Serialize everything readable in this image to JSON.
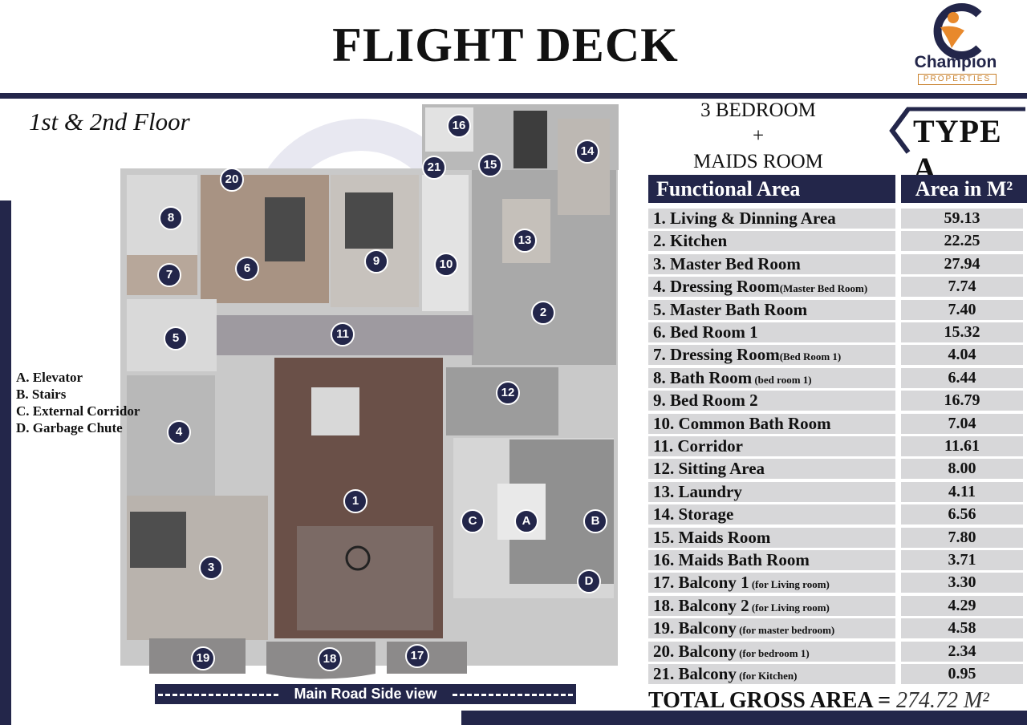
{
  "title": "FLIGHT DECK",
  "floor_label": "1st & 2nd Floor",
  "logo": {
    "name": "Champion",
    "sub": "PROPERTIES"
  },
  "bedroom_info": [
    "3 BEDROOM",
    "+",
    "MAIDS ROOM"
  ],
  "type_label": "TYPE A",
  "table": {
    "header_name": "Functional Area",
    "header_area": "Area in M²",
    "rows": [
      {
        "name": "1. Living & Dinning Area",
        "note": "",
        "area": "59.13"
      },
      {
        "name": "2. Kitchen",
        "note": "",
        "area": "22.25"
      },
      {
        "name": "3. Master Bed Room",
        "note": "",
        "area": "27.94"
      },
      {
        "name": "4. Dressing Room",
        "note": "(Master Bed Room)",
        "area": "7.74"
      },
      {
        "name": "5. Master Bath Room",
        "note": "",
        "area": "7.40"
      },
      {
        "name": "6. Bed Room 1",
        "note": "",
        "area": "15.32"
      },
      {
        "name": "7. Dressing Room",
        "note": "(Bed Room 1)",
        "area": "4.04"
      },
      {
        "name": "8. Bath Room",
        "note": " (bed room 1)",
        "area": "6.44"
      },
      {
        "name": "9. Bed Room 2",
        "note": "",
        "area": "16.79"
      },
      {
        "name": "10. Common Bath Room",
        "note": "",
        "area": "7.04"
      },
      {
        "name": "11. Corridor",
        "note": "",
        "area": "11.61"
      },
      {
        "name": "12. Sitting Area",
        "note": "",
        "area": "8.00"
      },
      {
        "name": "13. Laundry",
        "note": "",
        "area": "4.11"
      },
      {
        "name": "14. Storage",
        "note": "",
        "area": "6.56"
      },
      {
        "name": "15. Maids Room",
        "note": "",
        "area": "7.80"
      },
      {
        "name": "16. Maids Bath Room",
        "note": "",
        "area": "3.71"
      },
      {
        "name": "17. Balcony 1",
        "note": " (for Living room)",
        "area": "3.30"
      },
      {
        "name": "18. Balcony 2",
        "note": " (for Living room)",
        "area": "4.29"
      },
      {
        "name": "19. Balcony",
        "note": " (for master bedroom)",
        "area": "4.58"
      },
      {
        "name": "20. Balcony",
        "note": " (for bedroom 1)",
        "area": "2.34"
      },
      {
        "name": "21. Balcony",
        "note": " (for Kitchen)",
        "area": "0.95"
      }
    ]
  },
  "total": {
    "label": "TOTAL GROSS AREA =",
    "value": "274.72 M²"
  },
  "legend": [
    "A. Elevator",
    "B. Stairs",
    "C. External Corridor",
    "D. Garbage Chute"
  ],
  "road_label": "Main Road Side view",
  "plan_markers": [
    "1",
    "2",
    "3",
    "4",
    "5",
    "6",
    "7",
    "8",
    "9",
    "10",
    "11",
    "12",
    "13",
    "14",
    "15",
    "16",
    "17",
    "18",
    "19",
    "20",
    "21",
    "A",
    "B",
    "C",
    "D"
  ],
  "colors": {
    "navy": "#23264a",
    "row_gray": "#d7d7d9",
    "accent_orange": "#e8892c"
  }
}
